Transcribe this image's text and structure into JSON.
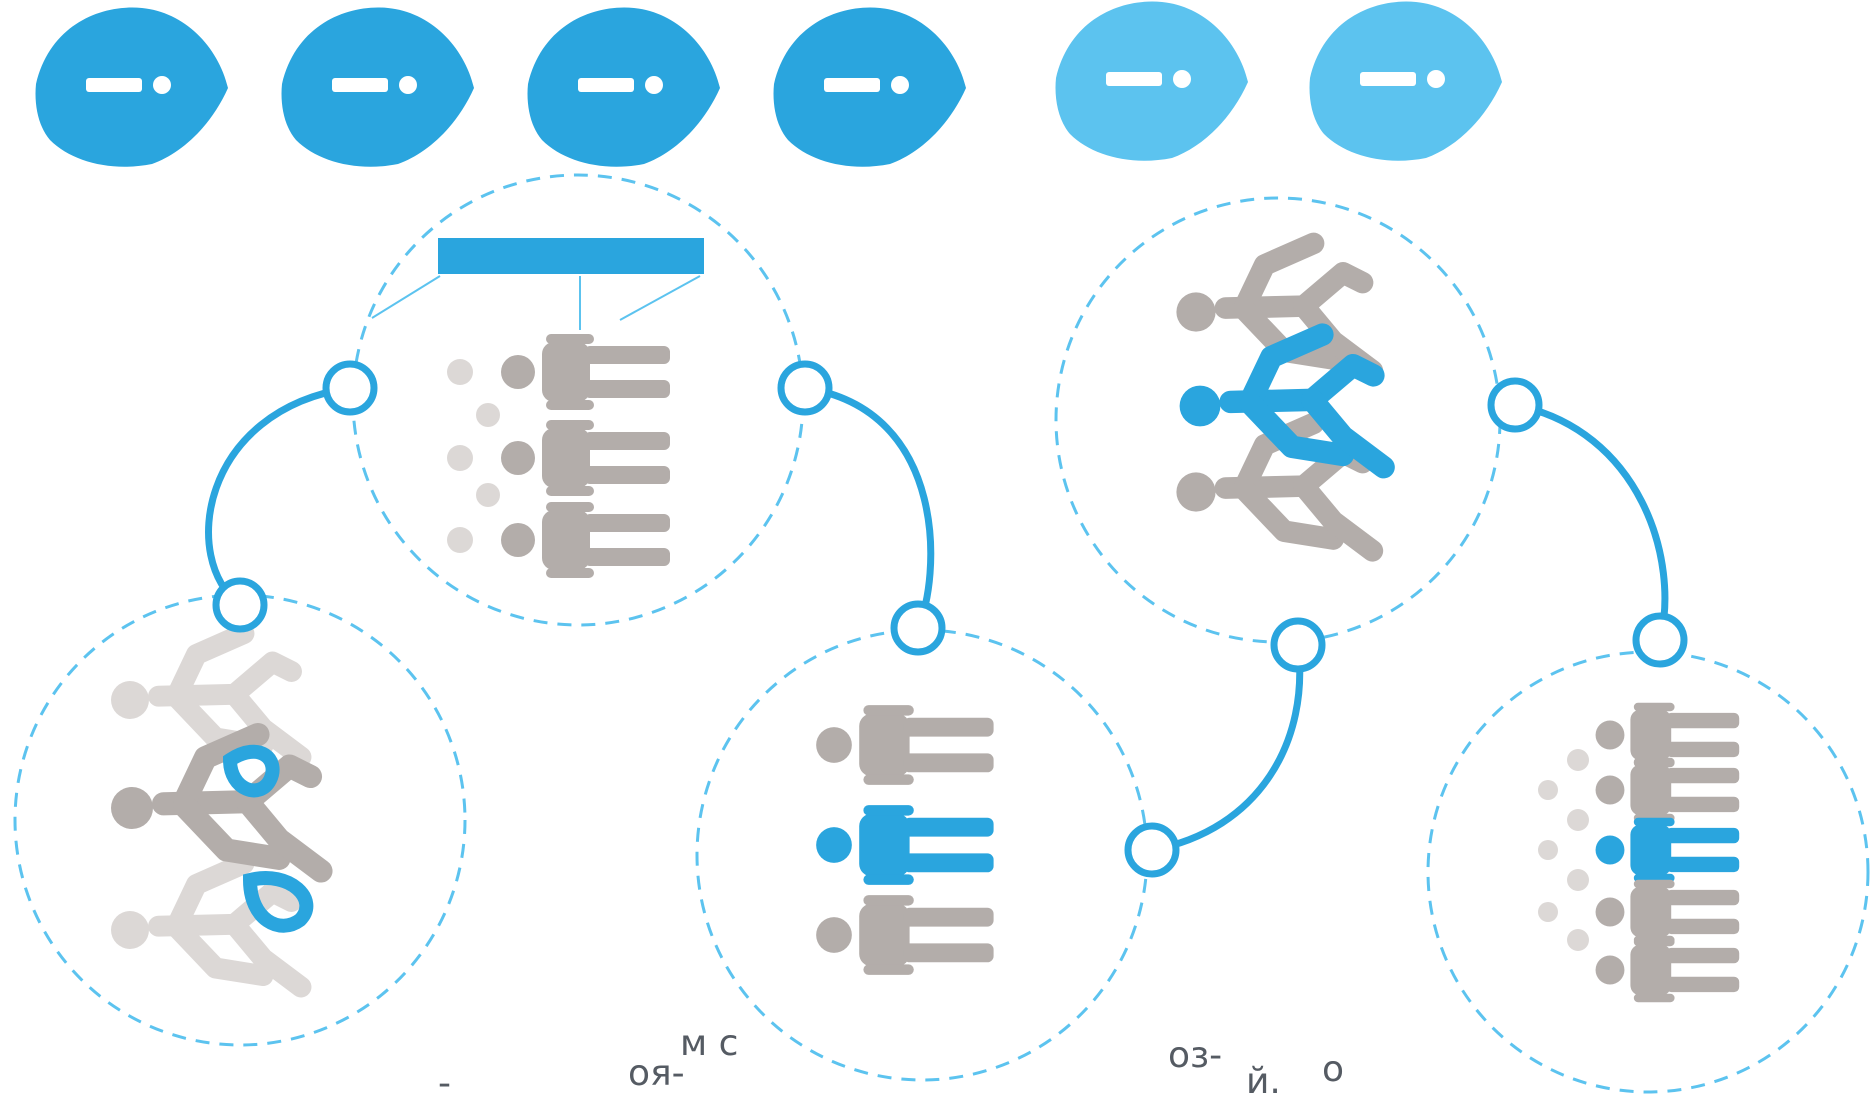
{
  "colors": {
    "accent": "#2aa5de",
    "accent_light": "#5cc3ef",
    "figure_gray": "#b3adaa",
    "figure_faint": "#dcd8d6",
    "text": "#555b63",
    "white": "#ffffff"
  },
  "badges": [
    {
      "icon": "badge-minus-icon"
    },
    {
      "icon": "badge-minus-icon"
    },
    {
      "icon": "badge-minus-icon"
    },
    {
      "icon": "badge-minus-icon"
    },
    {
      "icon": "badge-minus-icon"
    },
    {
      "icon": "badge-minus-icon"
    }
  ],
  "circles": [
    {
      "icon": "runners-group-icon"
    },
    {
      "icon": "standing-people-group-icon"
    },
    {
      "icon": "three-people-highlight-icon"
    },
    {
      "icon": "runners-group-icon"
    },
    {
      "icon": "five-people-highlight-icon"
    }
  ],
  "text_fragments": [
    "-",
    "оя-",
    "м с",
    "оз-",
    "й.",
    "о"
  ]
}
